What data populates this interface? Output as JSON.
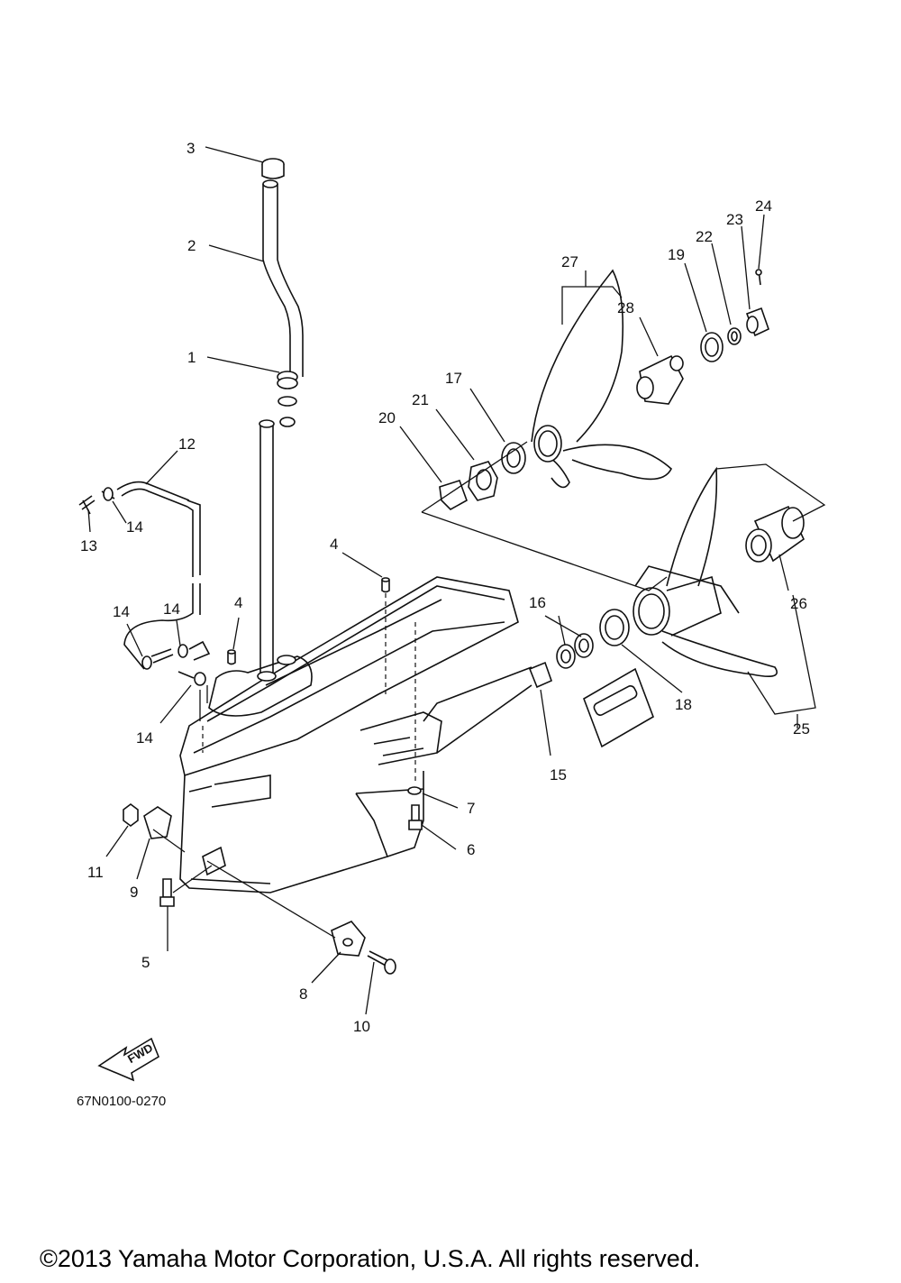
{
  "diagram": {
    "callouts": [
      {
        "number": "1"
      },
      {
        "number": "2"
      },
      {
        "number": "3"
      },
      {
        "number": "4"
      },
      {
        "number": "4"
      },
      {
        "number": "5"
      },
      {
        "number": "6"
      },
      {
        "number": "7"
      },
      {
        "number": "8"
      },
      {
        "number": "9"
      },
      {
        "number": "10"
      },
      {
        "number": "11"
      },
      {
        "number": "12"
      },
      {
        "number": "13"
      },
      {
        "number": "14"
      },
      {
        "number": "14"
      },
      {
        "number": "14"
      },
      {
        "number": "14"
      },
      {
        "number": "15"
      },
      {
        "number": "16"
      },
      {
        "number": "17"
      },
      {
        "number": "18"
      },
      {
        "number": "19"
      },
      {
        "number": "20"
      },
      {
        "number": "21"
      },
      {
        "number": "22"
      },
      {
        "number": "23"
      },
      {
        "number": "24"
      },
      {
        "number": "25"
      },
      {
        "number": "26"
      },
      {
        "number": "27"
      },
      {
        "number": "28"
      }
    ],
    "fwd_label": "FWD",
    "diagram_code": "67N0100-0270",
    "copyright": "©2013 Yamaha Motor Corporation, U.S.A. All rights reserved."
  }
}
